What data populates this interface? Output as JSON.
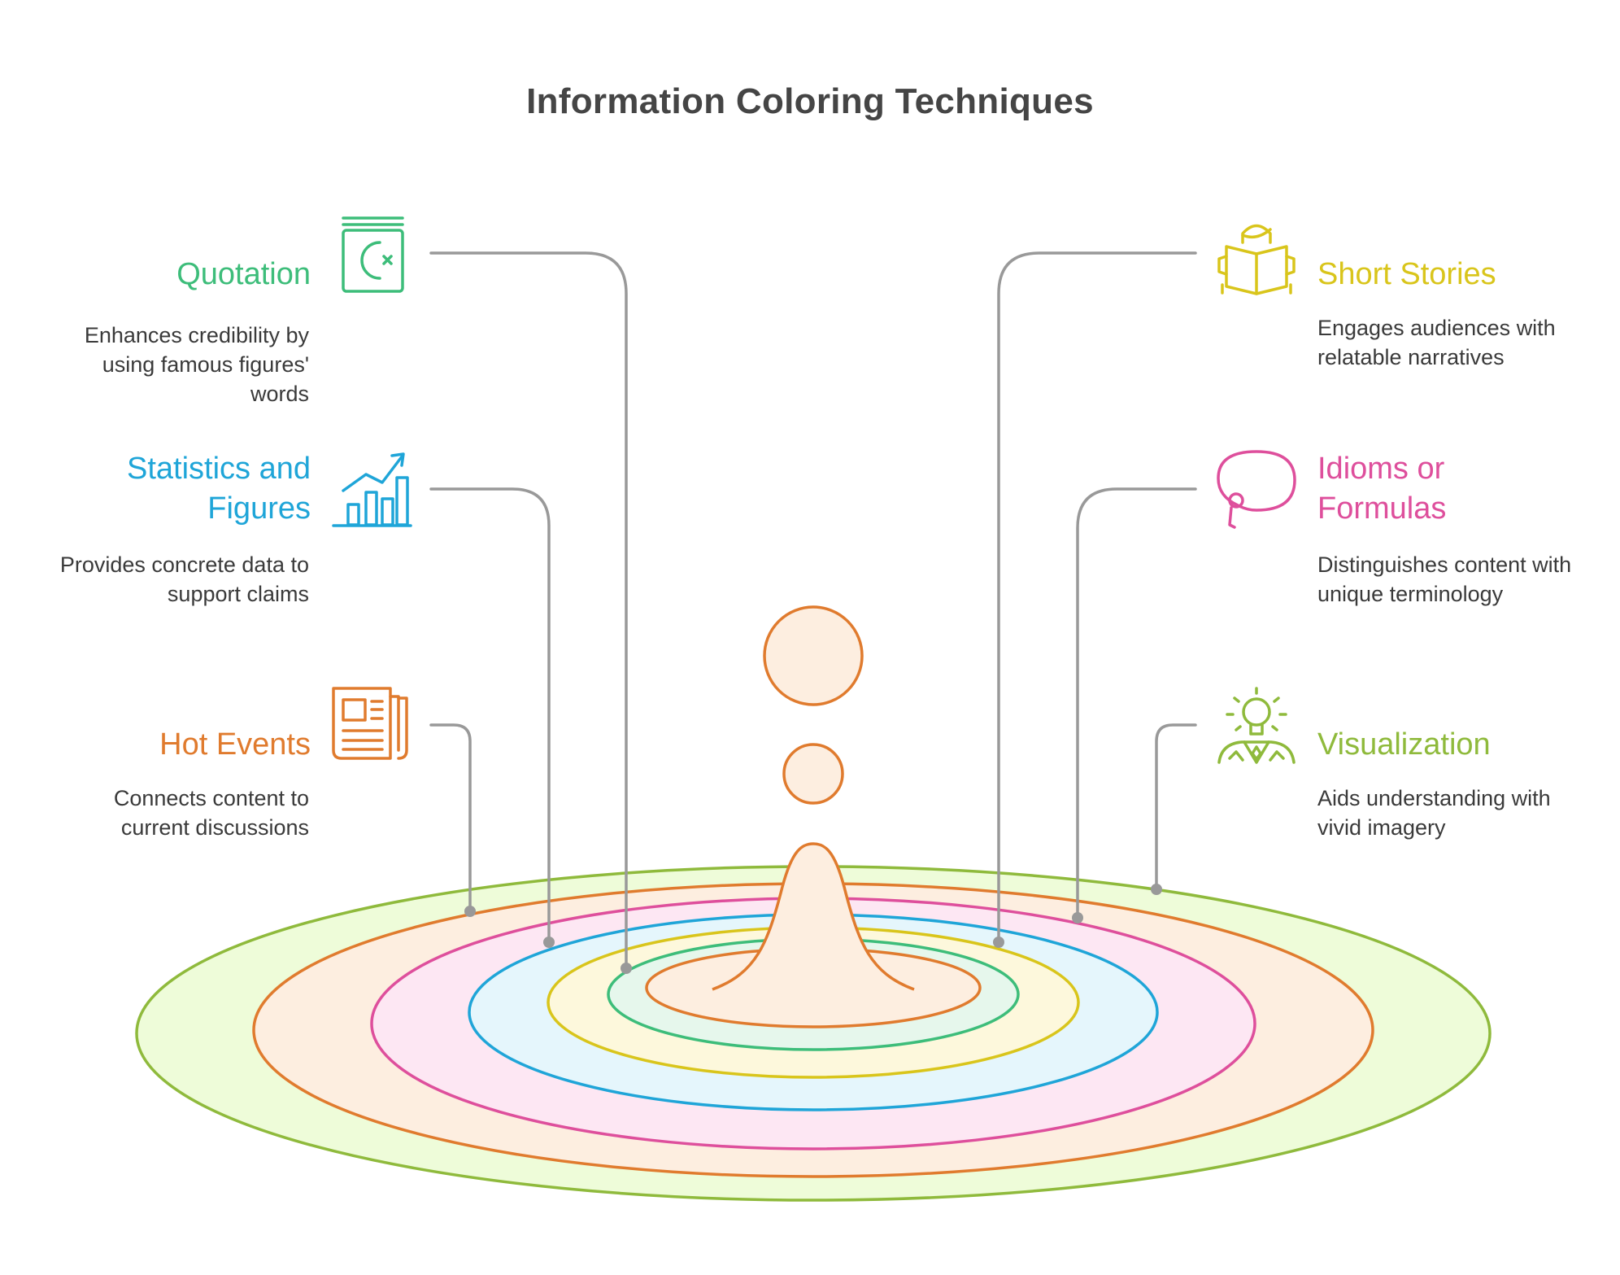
{
  "title": "Information Coloring Techniques",
  "items": {
    "quotation": {
      "title": "Quotation",
      "description": "Enhances credibility by using famous figures' words",
      "color": "#3dbd7a",
      "icon": "quote-book-icon"
    },
    "statistics": {
      "title": "Statistics and Figures",
      "description": "Provides concrete data to support claims",
      "color": "#1fa5d8",
      "icon": "growth-chart-icon"
    },
    "hot_events": {
      "title": "Hot Events",
      "description": "Connects content to current discussions",
      "color": "#e07b2e",
      "icon": "newspaper-icon"
    },
    "short_stories": {
      "title": "Short Stories",
      "description": "Engages audiences with relatable narratives",
      "color": "#d9c51b",
      "icon": "person-reading-icon"
    },
    "idioms": {
      "title": "Idioms or Formulas",
      "description": "Distinguishes content with unique terminology",
      "color": "#de4f9c",
      "icon": "speech-bubble-icon"
    },
    "visualization": {
      "title": "Visualization",
      "description": "Aids understanding with vivid imagery",
      "color": "#8fba3c",
      "icon": "lightbulb-person-icon"
    }
  },
  "connector_color": "#999999"
}
